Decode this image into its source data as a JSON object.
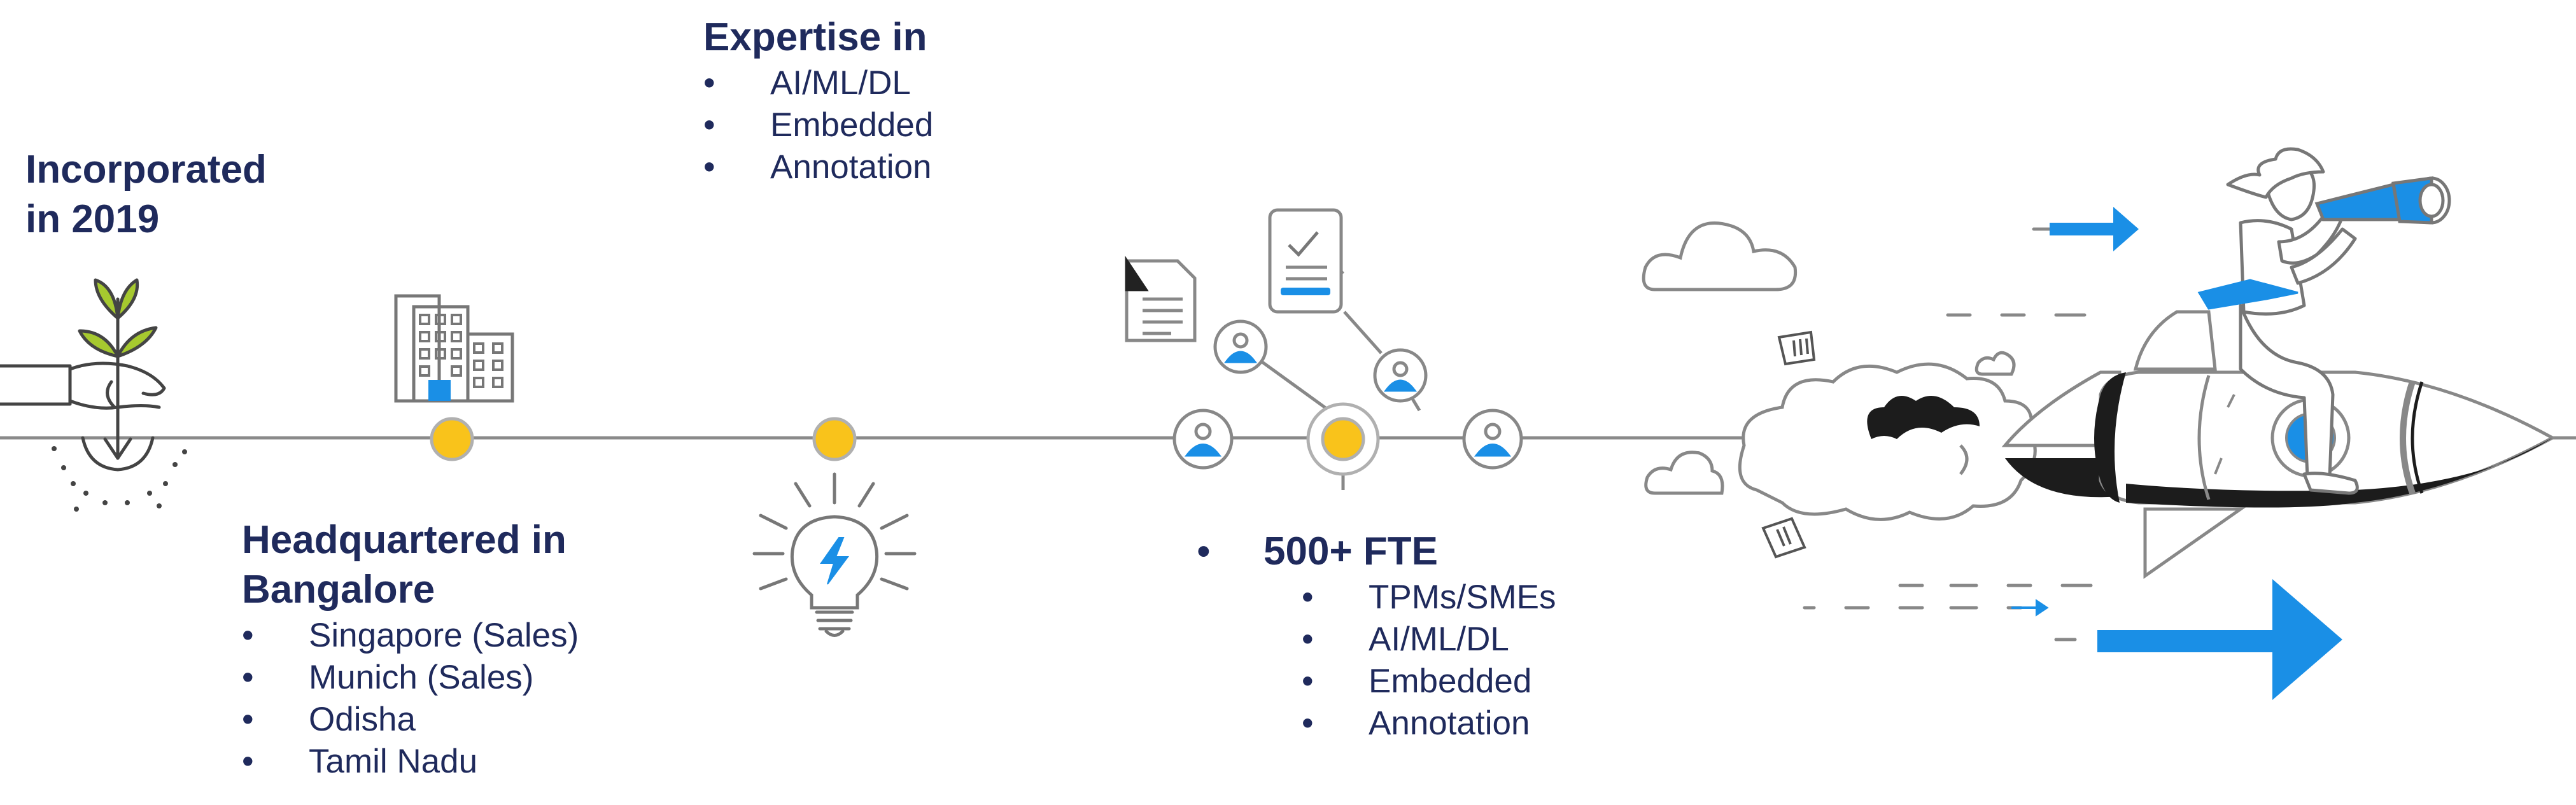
{
  "colors": {
    "navy_text": "#1f2a5c",
    "accent_blue": "#1a8fe6",
    "milestone_yellow": "#f9c31b",
    "line_gray": "#8a8a8a",
    "leaf_green": "#a6c92f"
  },
  "milestones": [
    {
      "heading": "Incorporated in 2019",
      "icon": "plant-in-hand-icon"
    },
    {
      "heading": "Headquartered in Bangalore",
      "icon": "office-building-icon",
      "bullets": [
        "Singapore (Sales)",
        "Munich (Sales)",
        "Odisha",
        "Tamil Nadu"
      ]
    },
    {
      "heading": "Expertise in",
      "icon": "lightbulb-icon",
      "bullets": [
        "AI/ML/DL",
        "Embedded",
        "Annotation"
      ]
    },
    {
      "heading": "500+ FTE",
      "icon": "team-network-icon",
      "bullets": [
        "TPMs/SMEs",
        "AI/ML/DL",
        "Embedded",
        "Annotation"
      ]
    },
    {
      "icon": "rocket-with-telescope-person-icon"
    }
  ],
  "text": {
    "incorporated_line1": "Incorporated",
    "incorporated_line2": "in 2019",
    "hq_line1": "Headquartered in",
    "hq_line2": "Bangalore",
    "expertise_heading": "Expertise in",
    "fte_heading": "500+ FTE"
  }
}
